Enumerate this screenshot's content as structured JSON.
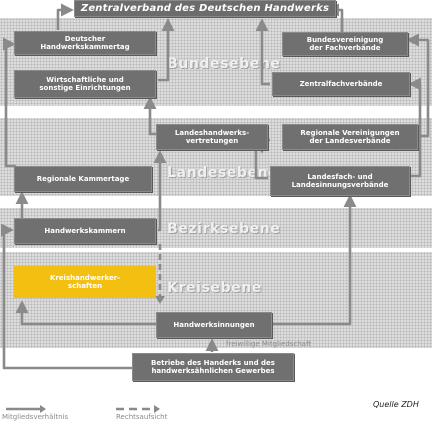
{
  "levels": {
    "federal": "Bundesebene",
    "state": "Landesebene",
    "district": "Bezirksebene",
    "local": "Kreisebene"
  },
  "boxes": {
    "zdh": "Zentralverband des Deutschen Handwerks",
    "kammertag": "Deutscher\nHandwerkskammertag",
    "wirtschaftliche": "Wirtschaftliche und\nsonstige Einrichtungen",
    "bundesvereinigung": "Bundesvereinigung\nder Fachverbände",
    "zentralfach": "Zentralfachverbände",
    "landeshw": "Landeshandwerks-\nvertretungen",
    "regverein": "Regionale Vereinigungen\nder Landesverbände",
    "regkammertage": "Regionale Kammertage",
    "landesfach": "Landesfach- und\nLandesinnungsverbände",
    "hwk": "Handwerkskammern",
    "kreishw": "Kreishandwerker-\nschaften",
    "innungen": "Handwerksinnungen",
    "betriebe": "Betriebe des Handerks und des\nhandwerksähnlichen Gewerbes"
  },
  "annotations": {
    "freiwillig": "freiwillige Mitgliedschaft"
  },
  "legend": {
    "membership": "Mitgliedsverhältnis",
    "supervision": "Rechtsaufsicht"
  },
  "source": "Quelle ZDH",
  "colors": {
    "box": "#707070",
    "highlight": "#f3c012",
    "arrow": "#8a8a8a",
    "band": "#dcdcdc"
  }
}
